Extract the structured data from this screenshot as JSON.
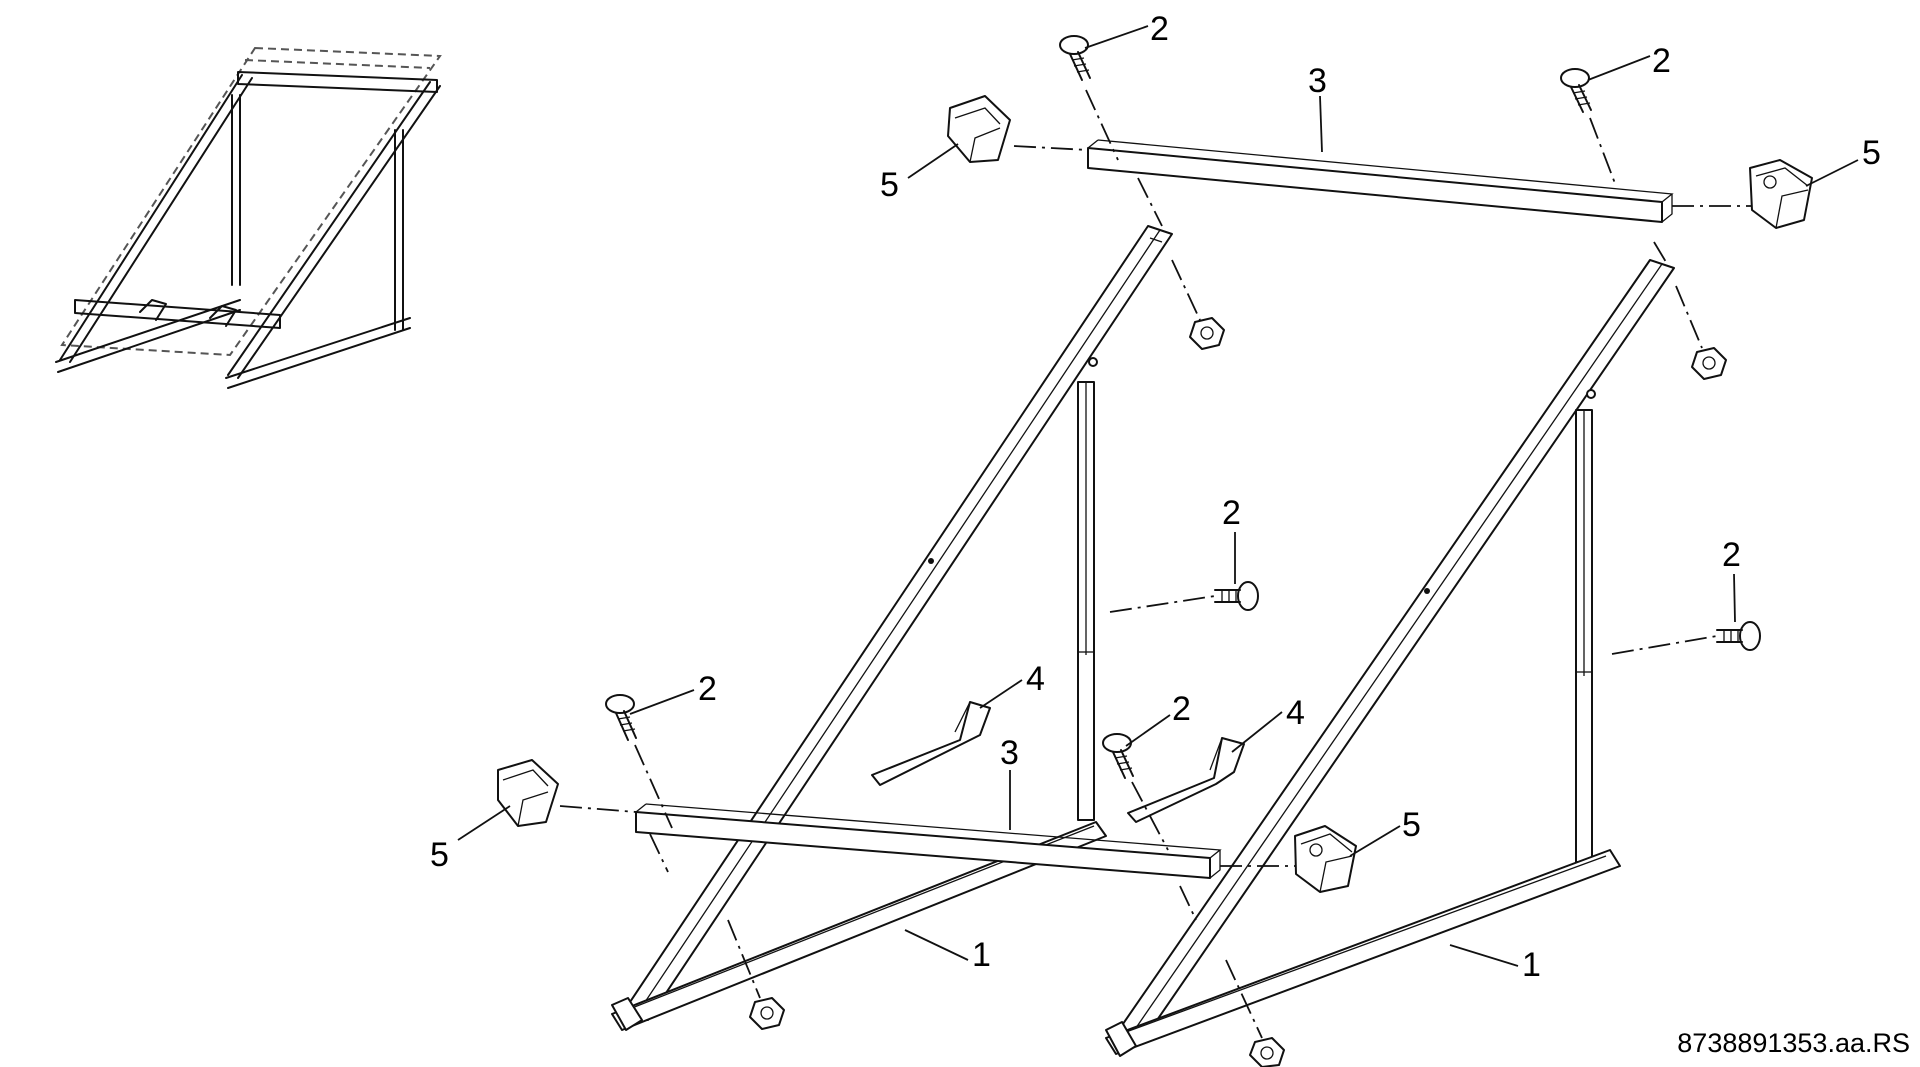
{
  "diagram": {
    "document_id": "8738891353.aa.RS",
    "callouts": [
      {
        "label": "1"
      },
      {
        "label": "1"
      },
      {
        "label": "2"
      },
      {
        "label": "2"
      },
      {
        "label": "2"
      },
      {
        "label": "2"
      },
      {
        "label": "2"
      },
      {
        "label": "2"
      },
      {
        "label": "3"
      },
      {
        "label": "3"
      },
      {
        "label": "4"
      },
      {
        "label": "4"
      },
      {
        "label": "5"
      },
      {
        "label": "5"
      },
      {
        "label": "5"
      },
      {
        "label": "5"
      }
    ]
  }
}
